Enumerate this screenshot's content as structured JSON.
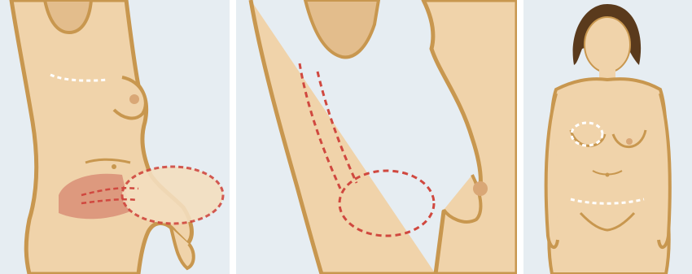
{
  "panels": [
    {
      "id": "flank-view",
      "markers": [
        "white-dashed-incision-under-breast",
        "red-dashed-abdominal-flap-outline",
        "shaded-flap-area"
      ]
    },
    {
      "id": "side-view",
      "markers": [
        "red-dashed-tunnel-lines",
        "red-dashed-oval-flap-outline"
      ]
    },
    {
      "id": "front-view",
      "markers": [
        "white-dashed-circle-on-breast",
        "white-dashed-lower-abdomen-line"
      ]
    }
  ],
  "colors": {
    "background": "#e6edf2",
    "skin": "#f0d3aa",
    "skin_shadow": "#e3bd8c",
    "outline": "#c8974f",
    "red_dash": "#d0483f",
    "red_fill": "#d98e77",
    "white_dash": "#ffffff",
    "hair": "#5a3a1c"
  }
}
